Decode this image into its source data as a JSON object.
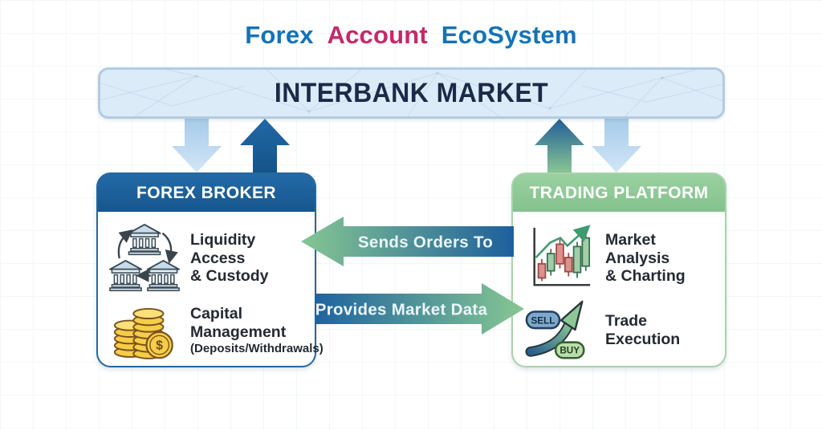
{
  "title": {
    "part1": "Forex",
    "part2": "Account",
    "part3": "EcoSystem"
  },
  "banner": {
    "label": "INTERBANK MARKET"
  },
  "broker": {
    "header": "FOREX BROKER",
    "items": [
      {
        "icon": "bank-cycle-icon",
        "lines": [
          "Liquidity Access",
          "& Custody"
        ]
      },
      {
        "icon": "coins-icon",
        "lines": [
          "Capital",
          "Management"
        ],
        "sub": "(Deposits/Withdrawals)",
        "dollar_sign": "$"
      }
    ]
  },
  "platform": {
    "header": "TRADING PLATFORM",
    "items": [
      {
        "icon": "candlestick-chart-icon",
        "lines": [
          "Market Analysis",
          "& Charting"
        ]
      },
      {
        "icon": "buy-sell-arrow-icon",
        "lines": [
          "Trade Execution"
        ],
        "sell_label": "SELL",
        "buy_label": "BUY"
      }
    ]
  },
  "flows": {
    "orders": {
      "label": "Sends Orders To",
      "direction": "left",
      "from": "TRADING PLATFORM",
      "to": "FOREX BROKER"
    },
    "market_data": {
      "label": "Provides Market Data",
      "direction": "right",
      "from": "FOREX BROKER",
      "to": "TRADING PLATFORM"
    }
  },
  "colors": {
    "title_blue": "#1273b8",
    "title_magenta": "#c5296a",
    "broker_blue": "#1c5f9d",
    "platform_green": "#8ecb96",
    "banner_fill": "#dcebf8",
    "banner_border": "#b3cbe0",
    "arrow_light_blue": "#bcd9f1",
    "flow_gradient_blue": "#1e5f9c",
    "flow_gradient_green": "#86c693",
    "navy_text": "#1b2a48"
  }
}
